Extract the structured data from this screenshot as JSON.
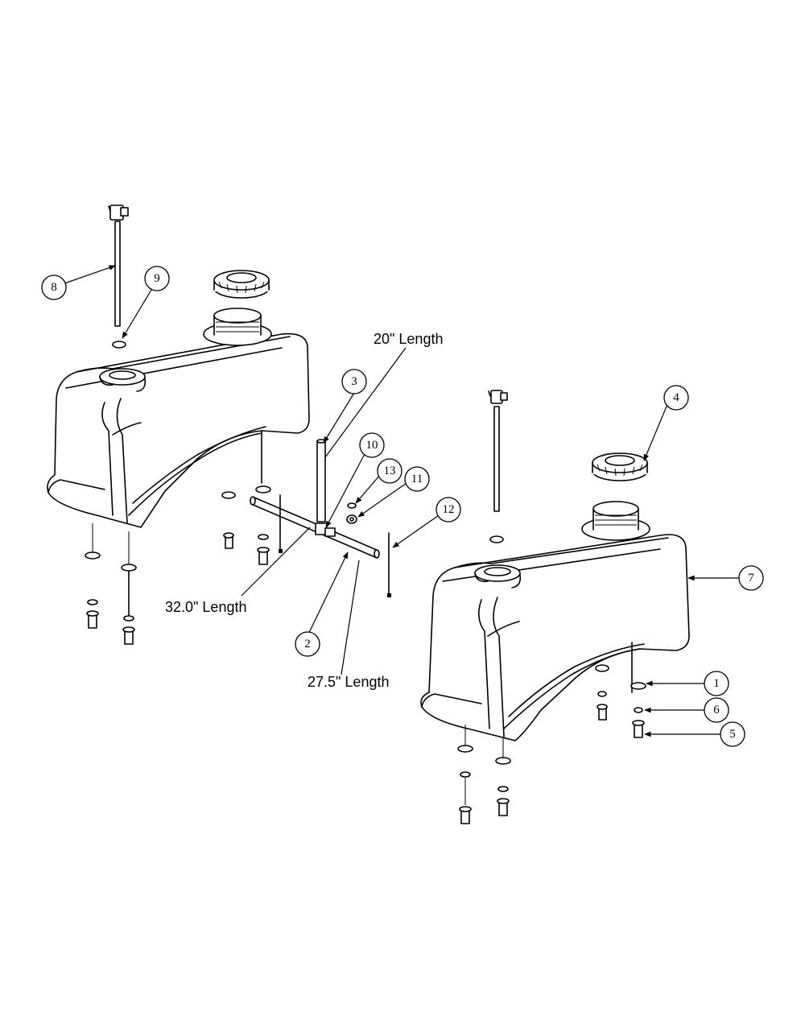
{
  "callouts": {
    "c1": "1",
    "c2": "2",
    "c3": "3",
    "c4": "4",
    "c5": "5",
    "c6": "6",
    "c7": "7",
    "c8": "8",
    "c9": "9",
    "c10": "10",
    "c11": "11",
    "c12": "12",
    "c13": "13"
  },
  "lengths": {
    "tube_20": "20\" Length",
    "tube_32": "32.0\" Length",
    "tube_27": "27.5\" Length"
  }
}
